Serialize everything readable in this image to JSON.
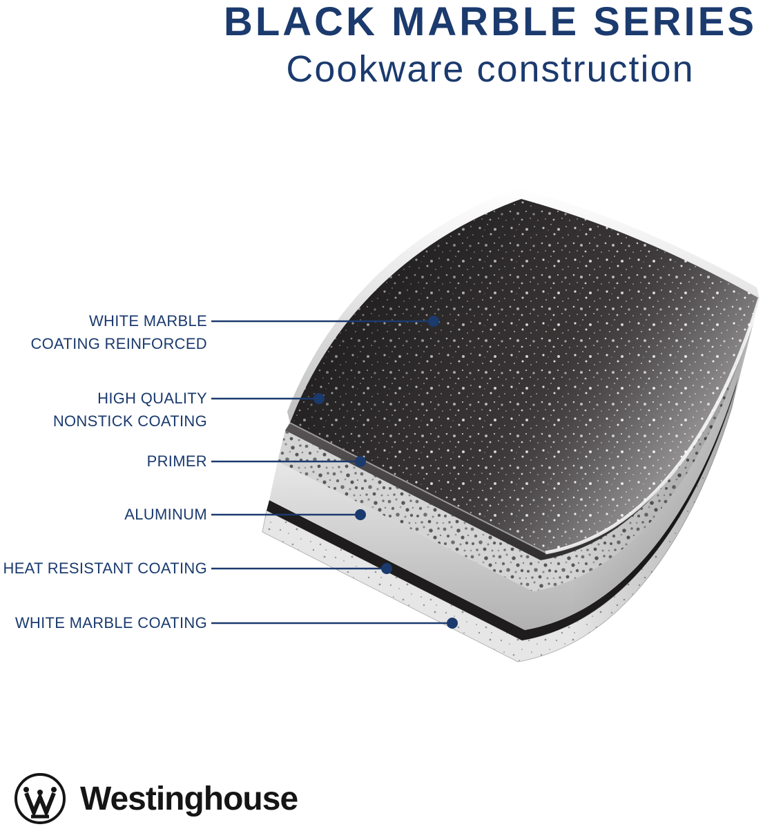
{
  "header": {
    "title": "BLACK MARBLE SERIES",
    "subtitle": "Cookware construction"
  },
  "diagram": {
    "type": "cookware-layer-callout",
    "layers": [
      {
        "label": "WHITE MARBLE\nCOATING REINFORCED"
      },
      {
        "label": "HIGH QUALITY\nNONSTICK COATING"
      },
      {
        "label": "PRIMER"
      },
      {
        "label": "ALUMINUM"
      },
      {
        "label": "HEAT RESISTANT COATING"
      },
      {
        "label": "WHITE MARBLE COATING"
      }
    ]
  },
  "footer": {
    "brand": "Westinghouse"
  },
  "colors": {
    "accent_navy": "#1b3a6e",
    "logo_black": "#151515",
    "top_marble": "#3a3637",
    "aluminum_silver": "#cfcfcf"
  }
}
